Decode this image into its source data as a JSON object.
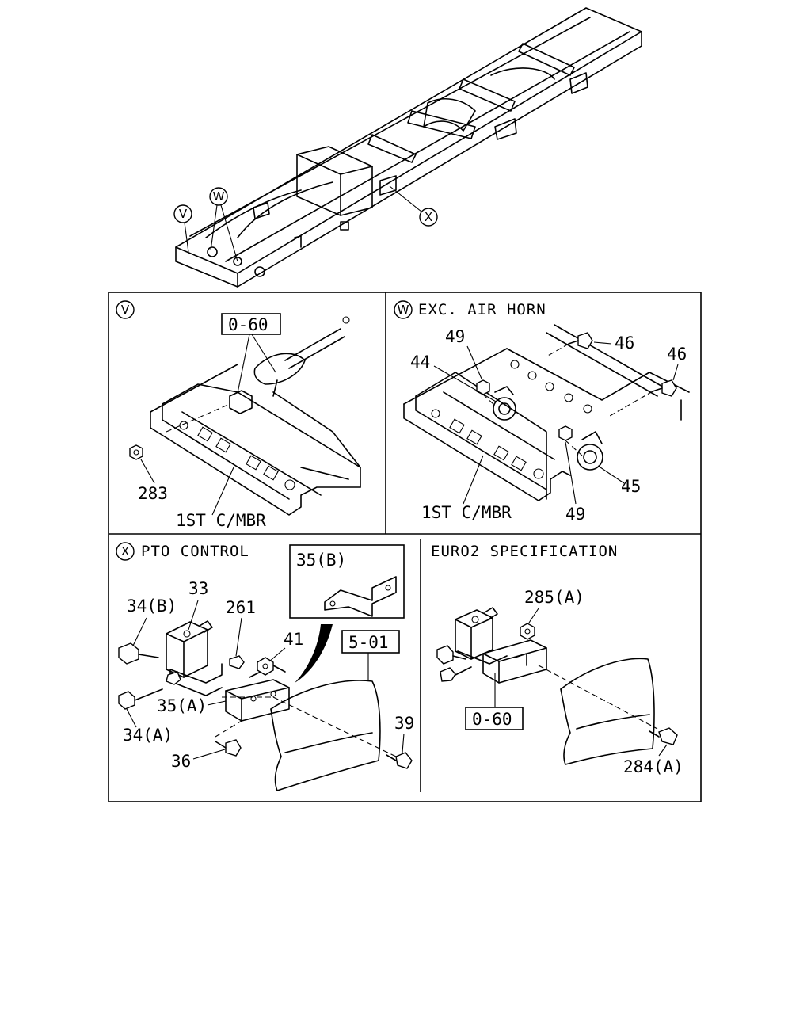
{
  "overview": {
    "callouts": {
      "v": "V",
      "w": "W",
      "x": "X"
    }
  },
  "panel_v": {
    "marker": "V",
    "ref_box": "0-60",
    "part_283": "283",
    "member_label": "1ST C/MBR"
  },
  "panel_w": {
    "marker": "W",
    "title": "EXC. AIR HORN",
    "part_49_top": "49",
    "part_44": "44",
    "part_46_a": "46",
    "part_46_b": "46",
    "part_45": "45",
    "part_49_bottom": "49",
    "member_label": "1ST C/MBR"
  },
  "panel_x": {
    "marker": "X",
    "title": "PTO CONTROL",
    "inset_label": "35(B)",
    "part_33": "33",
    "part_34b": "34(B)",
    "part_261": "261",
    "part_41": "41",
    "ref_box": "5-01",
    "part_35a": "35(A)",
    "part_34a": "34(A)",
    "part_39": "39",
    "part_36": "36"
  },
  "panel_euro": {
    "title": "EURO2 SPECIFICATION",
    "part_285a": "285(A)",
    "ref_box": "0-60",
    "part_284a": "284(A)"
  }
}
